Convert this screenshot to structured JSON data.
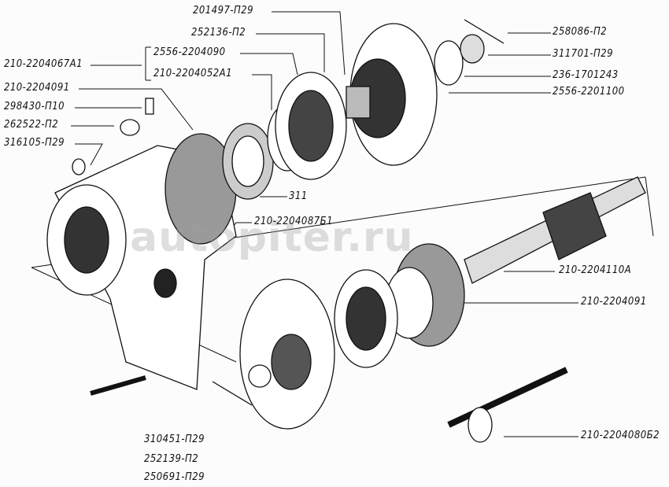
{
  "watermark": "autopiter.ru",
  "labels": {
    "top": [
      "201497-П29",
      "252136-П2",
      "2556-2204090",
      "210-2204052А1"
    ],
    "left": [
      "210-2204067А1",
      "210-2204091",
      "298430-П10",
      "262522-П2",
      "316105-П29"
    ],
    "mid": [
      "311",
      "210-2204087Б1"
    ],
    "right_top": [
      "258086-П2",
      "311701-П29",
      "236-1701243",
      "2556-2201100"
    ],
    "right": [
      "210-2204110А",
      "210-2204091",
      "210-2204080Б2"
    ],
    "bottom_left": [
      "310451-П29",
      "252139-П2",
      "250691-П29"
    ]
  }
}
